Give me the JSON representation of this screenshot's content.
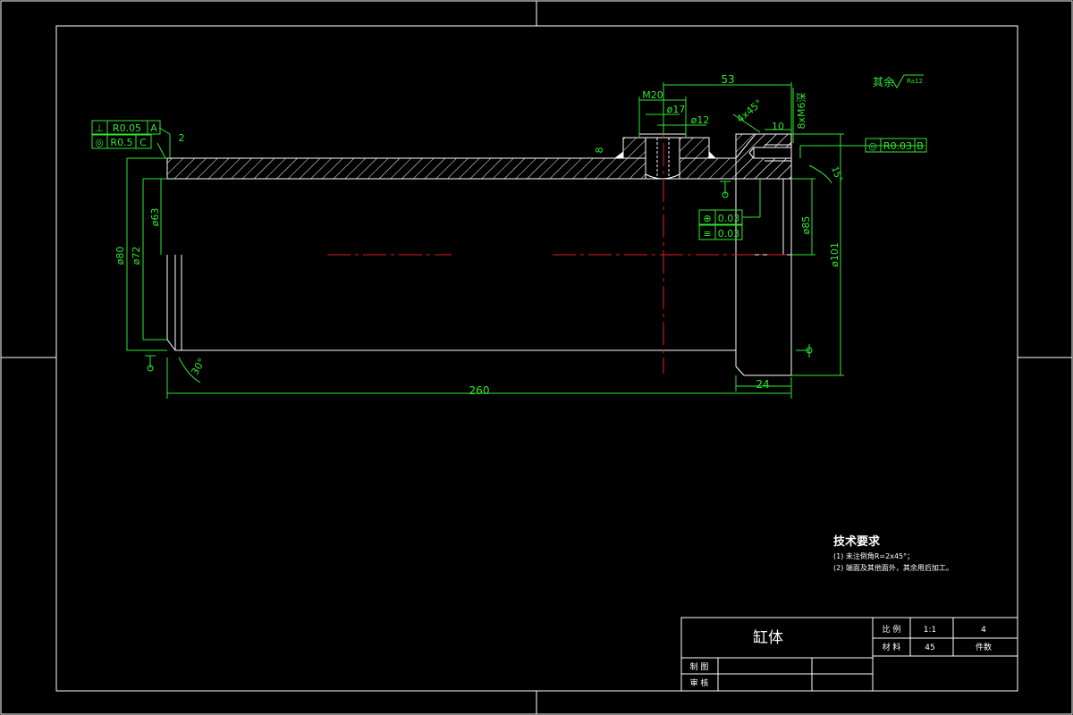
{
  "title_block": {
    "part_name": "缸体",
    "scale_label": "比 例",
    "scale_value": "1:1",
    "sheet_number": "4",
    "material_label": "材 料",
    "material_value": "45",
    "quantity_label": "件数",
    "drawn_label": "制 图",
    "checked_label": "审 核"
  },
  "tech_requirements": {
    "heading": "技术要求",
    "items": [
      "(1) 未注倒角R=2x45°；",
      "(2) 端面及其他面外，其余用后加工。"
    ]
  },
  "roughness_note": {
    "label": "其余",
    "value": "Ra12"
  },
  "dimensions": {
    "overall_length": "260",
    "flange_length": "24",
    "port_offset": "53",
    "port_thread": "M20",
    "port_dia_17": "ø17",
    "port_dia_12": "ø12",
    "boss_height": "8",
    "chamfer": "4x45°",
    "thread_holes": "8xM6深",
    "hole_depth": "10",
    "edge_small": "2",
    "angle_30": "30°",
    "angle_15": "15°",
    "dia_80": "ø80",
    "dia_72": "ø72",
    "dia_63": "ø63",
    "dia_85": "ø85",
    "dia_101": "ø101"
  },
  "tolerances": {
    "left_runout": {
      "symbol": "⊥",
      "value": "R0.05",
      "datum": "A"
    },
    "left_coax": {
      "symbol": "◎",
      "value": "R0.5",
      "datum": "C"
    },
    "right_coax": {
      "symbol": "◎",
      "value": "R0.03",
      "datum": "B"
    },
    "position": {
      "symbol": "⊕",
      "value": "0.03"
    },
    "symmetry": {
      "symbol": "≡",
      "value": "0.03"
    }
  },
  "colors": {
    "outline": "#ffffff",
    "dimension": "#2ee82e",
    "centerline": "#e02020",
    "background": "#000000"
  }
}
